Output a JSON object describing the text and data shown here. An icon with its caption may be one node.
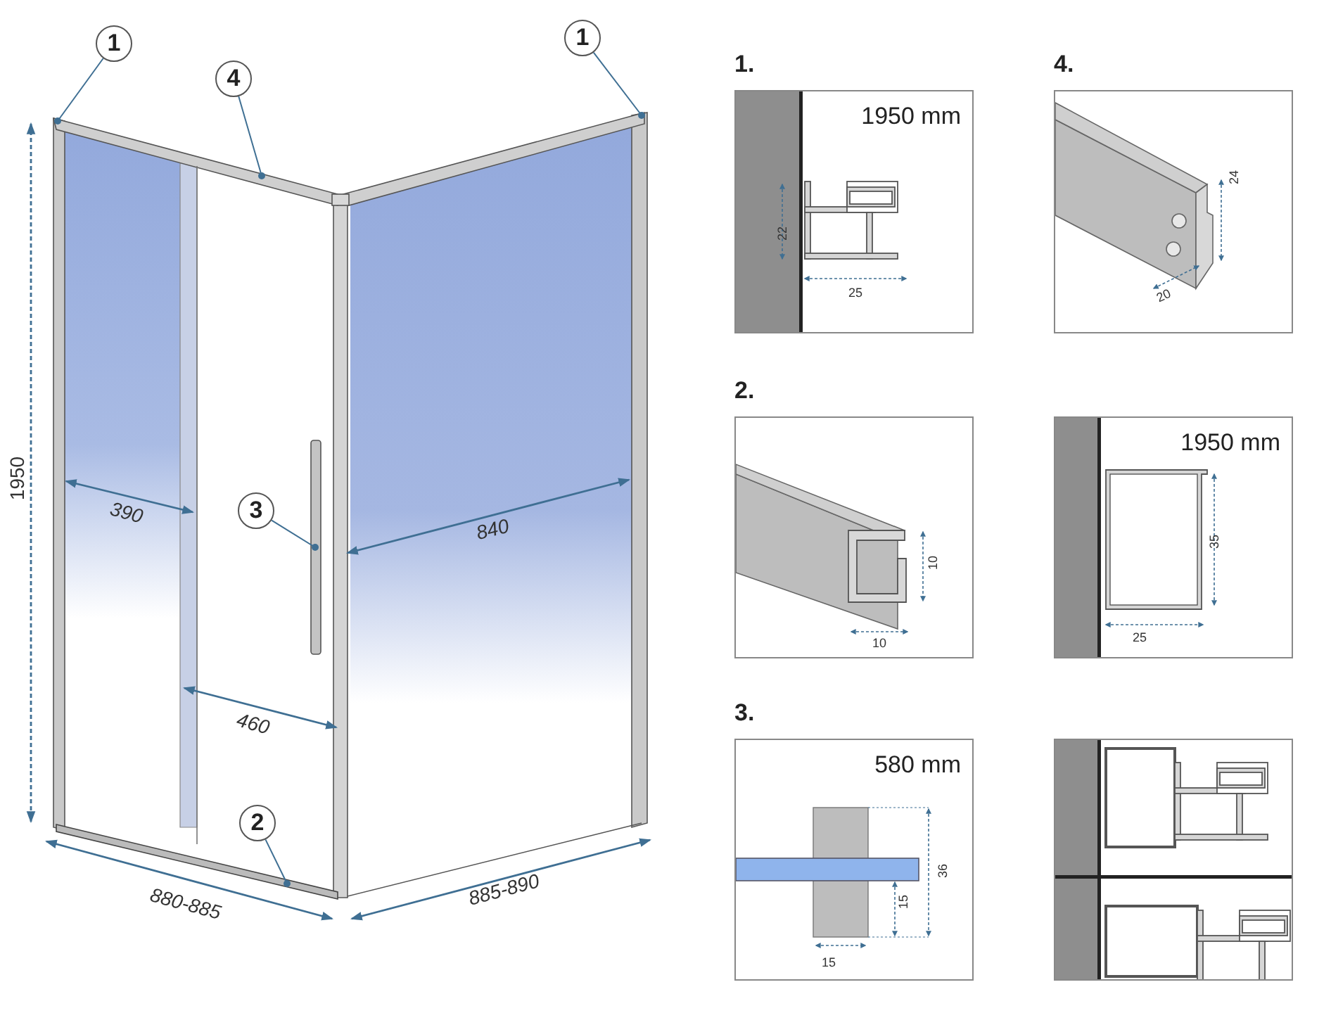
{
  "diagram": {
    "nodes": [
      {
        "text": [
          "1"
        ]
      },
      {
        "text": [
          "4"
        ]
      },
      {
        "text": [
          "1"
        ]
      },
      {
        "text": [
          "3"
        ]
      },
      {
        "text": [
          "2"
        ]
      },
      {
        "text": [
          "1.",
          "1950 mm",
          "22",
          "25"
        ]
      },
      {
        "text": [
          "4.",
          "24",
          "20"
        ]
      },
      {
        "text": [
          "2.",
          "10",
          "10"
        ]
      },
      {
        "text": [
          "1950 mm",
          "35",
          "25"
        ]
      },
      {
        "text": [
          "3.",
          "580 mm",
          "36",
          "15",
          "15"
        ]
      },
      {
        "text": [],
        "shape": "box"
      }
    ],
    "edges": [
      {
        "from": 0,
        "to": null,
        "arrow": "other"
      },
      {
        "from": 1,
        "to": null,
        "arrow": "other"
      },
      {
        "from": 2,
        "to": null,
        "arrow": "other"
      },
      {
        "from": 3,
        "to": null,
        "arrow": "other"
      },
      {
        "from": 4,
        "to": null,
        "arrow": "other"
      }
    ],
    "labels": [
      "1950",
      "390",
      "840",
      "460",
      "880-885",
      "885-890"
    ]
  }
}
